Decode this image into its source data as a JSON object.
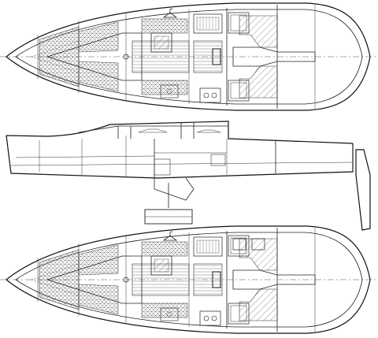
{
  "drawing": {
    "views": [
      {
        "id": "deck-plan-upper",
        "kind": "plan"
      },
      {
        "id": "profile",
        "kind": "profile"
      },
      {
        "id": "deck-plan-lower",
        "kind": "plan"
      }
    ],
    "colors": {
      "line": "#222222",
      "hatch": "#444444",
      "background": "#ffffff"
    }
  }
}
